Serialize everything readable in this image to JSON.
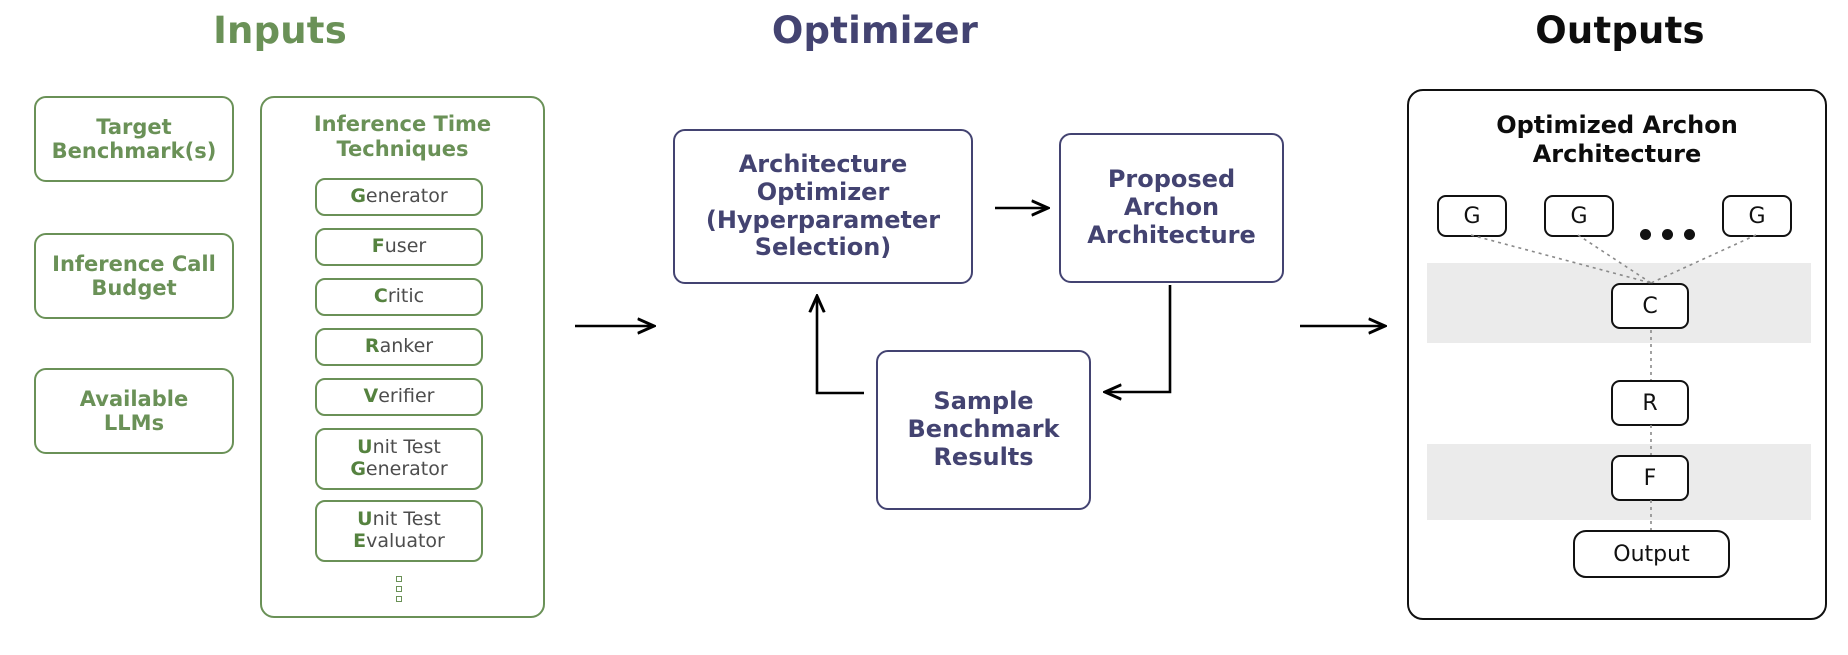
{
  "sections": {
    "inputs": {
      "title": "Inputs",
      "color": "#6a9157"
    },
    "optimizer": {
      "title": "Optimizer",
      "color": "#434371"
    },
    "outputs": {
      "title": "Outputs",
      "color": "#0d0d0d"
    }
  },
  "inputs": {
    "boxes": [
      {
        "label": "Target\nBenchmark(s)"
      },
      {
        "label": "Inference Call\nBudget"
      },
      {
        "label": "Available\nLLMs"
      }
    ],
    "techniques": {
      "heading": "Inference Time\nTechniques",
      "items": [
        {
          "lead": "G",
          "rest": "enerator"
        },
        {
          "lead": "F",
          "rest": "user"
        },
        {
          "lead": "C",
          "rest": "ritic"
        },
        {
          "lead": "R",
          "rest": "anker"
        },
        {
          "lead": "V",
          "rest": "erifier"
        },
        {
          "lead": "U",
          "rest": "nit Test",
          "lead2": "G",
          "rest2": "enerator"
        },
        {
          "lead": "U",
          "rest": "nit Test",
          "lead2": "E",
          "rest2": "valuator"
        }
      ],
      "more_indicator": "vertical-ellipsis"
    }
  },
  "optimizer": {
    "boxes": [
      {
        "name": "architecture-optimizer",
        "label": "Architecture\nOptimizer\n(Hyperparameter\nSelection)"
      },
      {
        "name": "proposed-archon-architecture",
        "label": "Proposed\nArchon\nArchitecture"
      },
      {
        "name": "sample-benchmark-results",
        "label": "Sample\nBenchmark\nResults"
      }
    ]
  },
  "outputs": {
    "heading": "Optimized Archon\nArchitecture",
    "generators": [
      "G",
      "G",
      "G"
    ],
    "ellipsis": "...",
    "stages": [
      {
        "label": "C",
        "banded": true
      },
      {
        "label": "R",
        "banded": false
      },
      {
        "label": "F",
        "banded": true
      }
    ],
    "final": "Output"
  },
  "arrows": {
    "inputs_to_optimizer": "right-arrow",
    "optimizer_to_proposed": "right-arrow",
    "proposed_to_sample": "down-left-arrow",
    "sample_to_optimizer": "left-up-arrow",
    "optimizer_to_outputs": "right-arrow"
  }
}
